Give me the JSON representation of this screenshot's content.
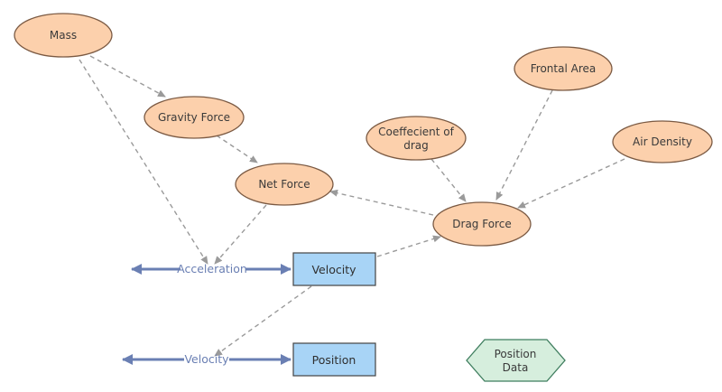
{
  "nodes": {
    "mass": "Mass",
    "gravity_force": "Gravity Force",
    "net_force": "Net Force",
    "coefficient_line1": "Coeffecient of",
    "coefficient_line2": "drag",
    "frontal_area": "Frontal Area",
    "air_density": "Air Density",
    "drag_force": "Drag Force"
  },
  "flows": {
    "acceleration": "Acceleration",
    "velocity": "Velocity"
  },
  "stocks": {
    "velocity": "Velocity",
    "position": "Position"
  },
  "data_node": {
    "line1": "Position",
    "line2": "Data"
  },
  "colors": {
    "variable_fill": "#fcd0ac",
    "variable_stroke": "#7b5a43",
    "stock_fill": "#a8d4f6",
    "stock_stroke": "#444444",
    "flow_color": "#6a7fb3",
    "link_color": "#9a9a9a",
    "data_fill": "#d6eedd",
    "data_stroke": "#3f7e5f"
  }
}
